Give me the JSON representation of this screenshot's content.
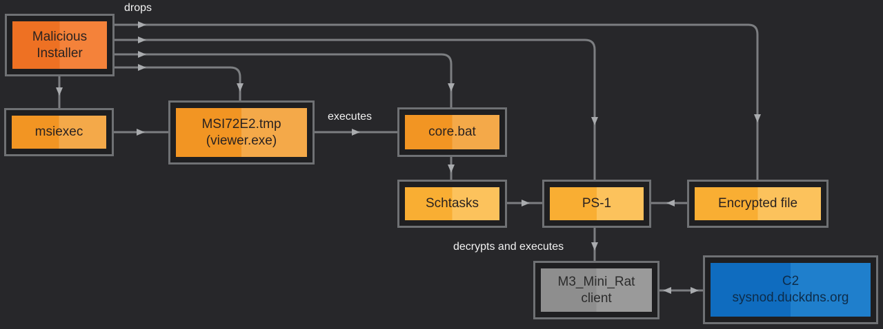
{
  "diagram": {
    "nodes": {
      "installer": {
        "line1": "Malicious",
        "line2": "Installer"
      },
      "msiexec": {
        "line1": "msiexec"
      },
      "msi_tmp": {
        "line1": "MSI72E2.tmp",
        "line2": "(viewer.exe)"
      },
      "core_bat": {
        "line1": "core.bat"
      },
      "schtasks": {
        "line1": "Schtasks"
      },
      "ps1": {
        "line1": "PS-1"
      },
      "encrypted": {
        "line1": "Encrypted file"
      },
      "rat": {
        "line1": "M3_Mini_Rat",
        "line2": "client"
      },
      "c2": {
        "line1": "C2",
        "line2": "sysnod.duckdns.org"
      }
    },
    "edge_labels": {
      "drops": "drops",
      "executes": "executes",
      "decrypts": "decrypts and executes"
    },
    "colors": {
      "installer": "#ee7123",
      "process": "#f29523",
      "artifact": "#f9ae33",
      "rat": "#8e8e8e",
      "c2": "#0f6cbf",
      "edge": "#8a8c8f",
      "background": "#27272a"
    }
  }
}
